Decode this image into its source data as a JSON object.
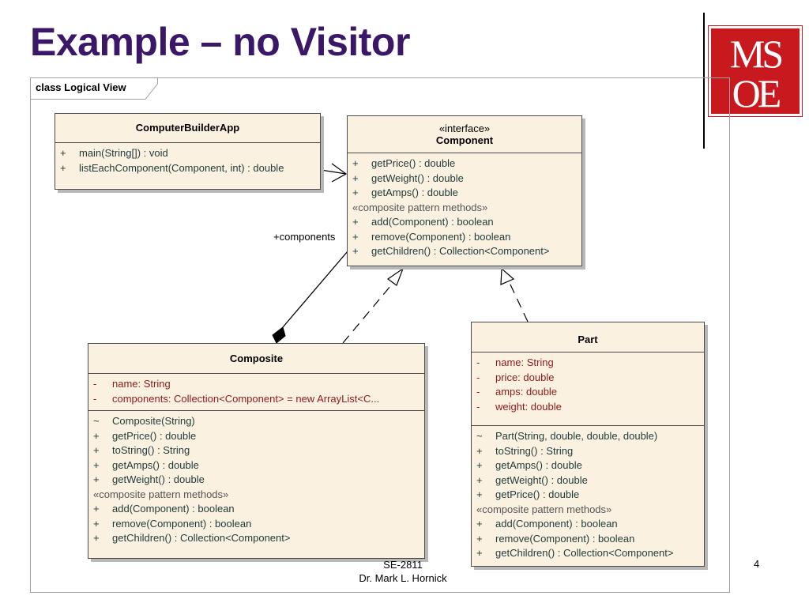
{
  "slide": {
    "title": "Example – no Visitor",
    "logo_line1": "MS",
    "logo_line2": "OE",
    "footer_course": "SE-2811",
    "footer_author": "Dr. Mark L. Hornick",
    "page_number": "4"
  },
  "diagram": {
    "frame_label": "class Logical View",
    "association_role": "+components",
    "classes": {
      "app": {
        "name": "ComputerBuilderApp",
        "operations": [
          {
            "vis": "+",
            "text": "main(String[]) : void"
          },
          {
            "vis": "+",
            "text": "listEachComponent(Component, int) : double"
          }
        ]
      },
      "component": {
        "stereotype": "«interface»",
        "name": "Component",
        "operations": [
          {
            "vis": "+",
            "text": "getPrice() : double"
          },
          {
            "vis": "+",
            "text": "getWeight() : double"
          },
          {
            "vis": "+",
            "text": "getAmps() : double"
          }
        ],
        "group_label": "«composite pattern methods»",
        "group_operations": [
          {
            "vis": "+",
            "text": "add(Component) : boolean"
          },
          {
            "vis": "+",
            "text": "remove(Component) : boolean"
          },
          {
            "vis": "+",
            "text": "getChildren() : Collection<Component>"
          }
        ]
      },
      "composite": {
        "name": "Composite",
        "attributes": [
          {
            "vis": "-",
            "text": "name:  String"
          },
          {
            "vis": "-",
            "text": "components:  Collection<Component> = new ArrayList<C..."
          }
        ],
        "operations": [
          {
            "vis": "~",
            "text": "Composite(String)"
          },
          {
            "vis": "+",
            "text": "getPrice() : double"
          },
          {
            "vis": "+",
            "text": "toString() : String"
          },
          {
            "vis": "+",
            "text": "getAmps() : double"
          },
          {
            "vis": "+",
            "text": "getWeight() : double"
          }
        ],
        "group_label": "«composite pattern methods»",
        "group_operations": [
          {
            "vis": "+",
            "text": "add(Component) : boolean"
          },
          {
            "vis": "+",
            "text": "remove(Component) : boolean"
          },
          {
            "vis": "+",
            "text": "getChildren() : Collection<Component>"
          }
        ]
      },
      "part": {
        "name": "Part",
        "attributes": [
          {
            "vis": "-",
            "text": "name:  String"
          },
          {
            "vis": "-",
            "text": "price:  double"
          },
          {
            "vis": "-",
            "text": "amps:  double"
          },
          {
            "vis": "-",
            "text": "weight:  double"
          }
        ],
        "operations": [
          {
            "vis": "~",
            "text": "Part(String, double, double, double)"
          },
          {
            "vis": "+",
            "text": "toString() : String"
          },
          {
            "vis": "+",
            "text": "getAmps() : double"
          },
          {
            "vis": "+",
            "text": "getWeight() : double"
          },
          {
            "vis": "+",
            "text": "getPrice() : double"
          }
        ],
        "group_label": "«composite pattern methods»",
        "group_operations": [
          {
            "vis": "+",
            "text": "add(Component) : boolean"
          },
          {
            "vis": "+",
            "text": "remove(Component) : boolean"
          },
          {
            "vis": "+",
            "text": "getChildren() : Collection<Component>"
          }
        ]
      }
    }
  }
}
